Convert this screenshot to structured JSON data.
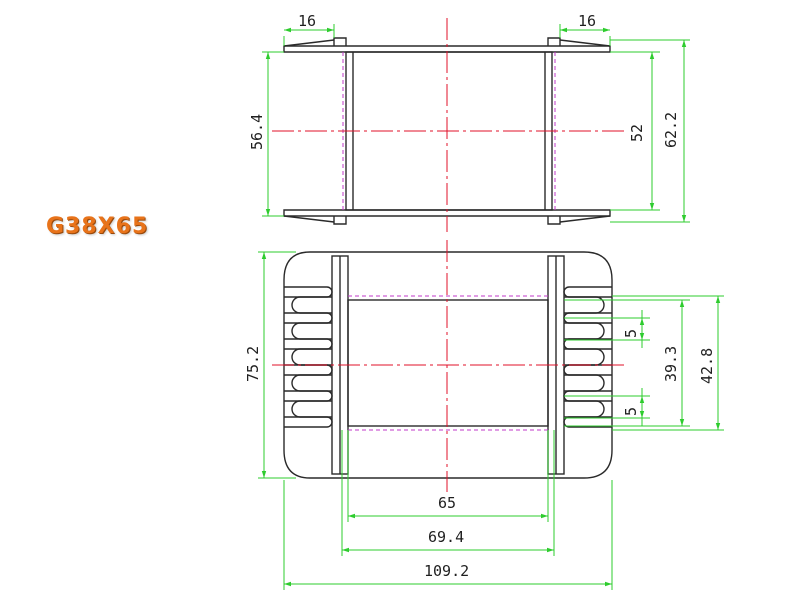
{
  "title": "G38X65",
  "colors": {
    "title": "#e8731a",
    "object_line": "#2a2a2a",
    "dimension_line": "#2ecc2e",
    "center_line": "#e0102a",
    "hidden_line": "#c03ac8"
  },
  "dimensions": {
    "top_left_flange": "16",
    "top_right_flange": "16",
    "top_height_left": "56.4",
    "top_inner_height": "52",
    "top_outer_height": "62.2",
    "front_height": "75.2",
    "front_pin_gap_top": "5",
    "front_pin_gap_bottom": "5",
    "front_window_height": "39.3",
    "front_window_outer": "42.8",
    "width_65": "65",
    "width_69_4": "69.4",
    "width_109_2": "109.2"
  }
}
